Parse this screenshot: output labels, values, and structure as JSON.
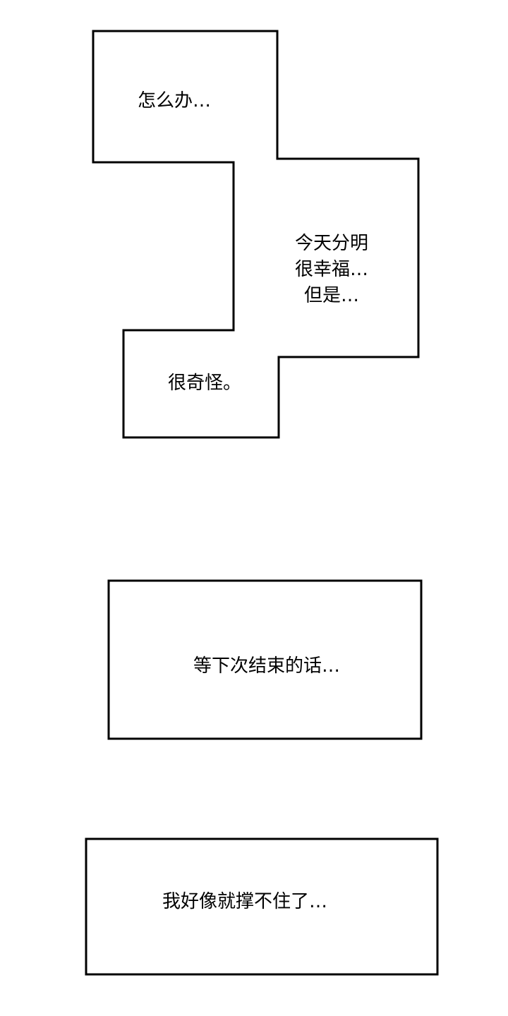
{
  "panels": {
    "top": {
      "line1": "怎么办…",
      "line2": [
        "今天分明",
        "很幸福…",
        "但是…"
      ],
      "line3": "很奇怪。"
    },
    "middle": {
      "text": "等下次结束的话…"
    },
    "bottom": {
      "text": "我好像就撑不住了…"
    }
  }
}
